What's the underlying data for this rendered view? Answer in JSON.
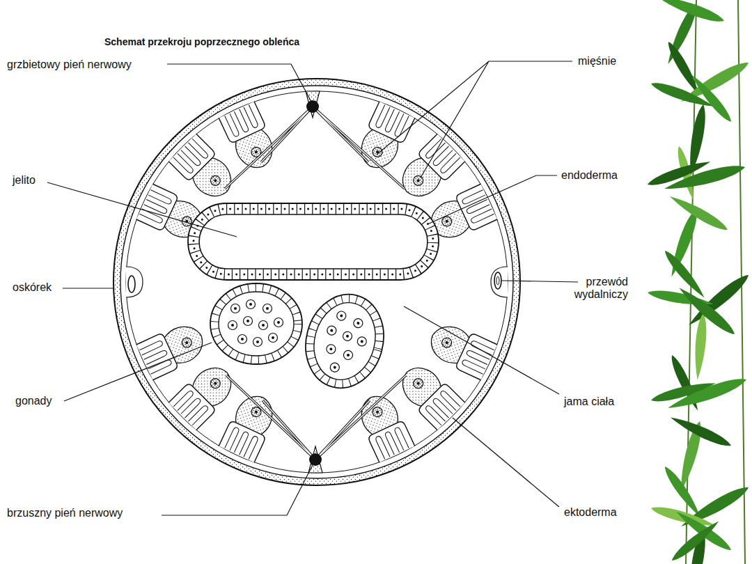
{
  "diagram": {
    "title": "Schemat przekroju poprzecznego obleńca",
    "labels": [
      "grzbietowy pień nerwowy",
      "mięśnie",
      "jelito",
      "endoderma",
      "oskórek",
      "przewód wydalniczy",
      "gonady",
      "jama ciała",
      "brzuszny pień nerwowy",
      "ektoderma"
    ]
  }
}
